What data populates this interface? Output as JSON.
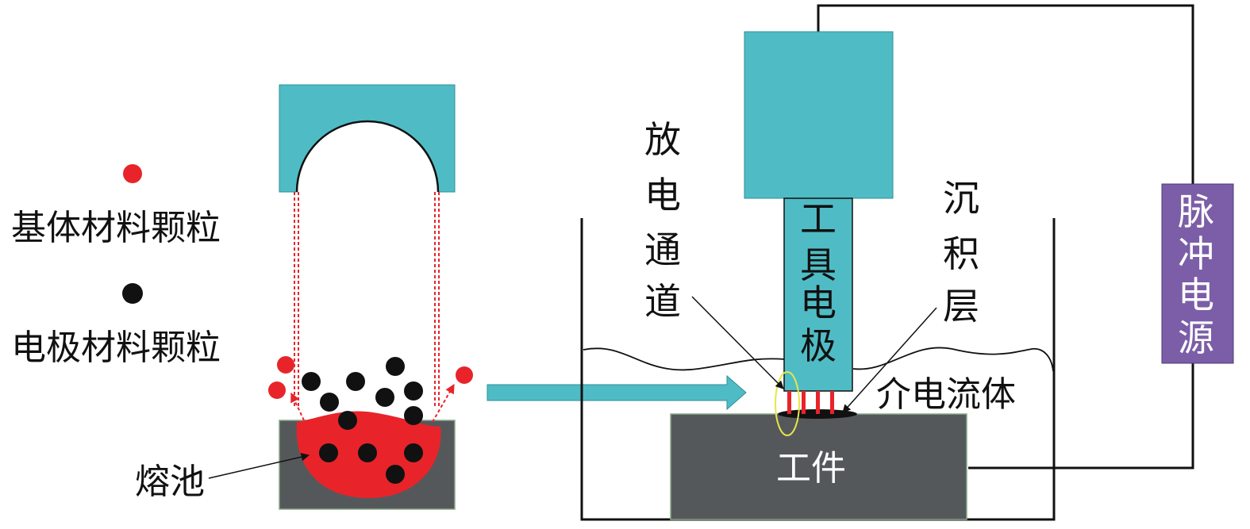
{
  "legend": {
    "substrate_label": "基体材料颗粒",
    "electrode_label": "电极材料颗粒"
  },
  "left_diagram": {
    "melt_pool_label": "熔池"
  },
  "right_diagram": {
    "discharge_channel_label": [
      "放",
      "电",
      "通",
      "道"
    ],
    "deposit_layer_label": [
      "沉",
      "积",
      "层"
    ],
    "tool_electrode_label": [
      "工",
      "具",
      "电",
      "极"
    ],
    "dielectric_label": "介电流体",
    "workpiece_label": "工件",
    "power_supply_label": [
      "脉",
      "冲",
      "电",
      "源"
    ]
  },
  "colors": {
    "teal": "#4fbcc5",
    "red": "#e8242a",
    "dark_gray": "#55585b",
    "purple": "#7b5ea7",
    "black": "#111111",
    "yellow": "#e6e64a"
  }
}
